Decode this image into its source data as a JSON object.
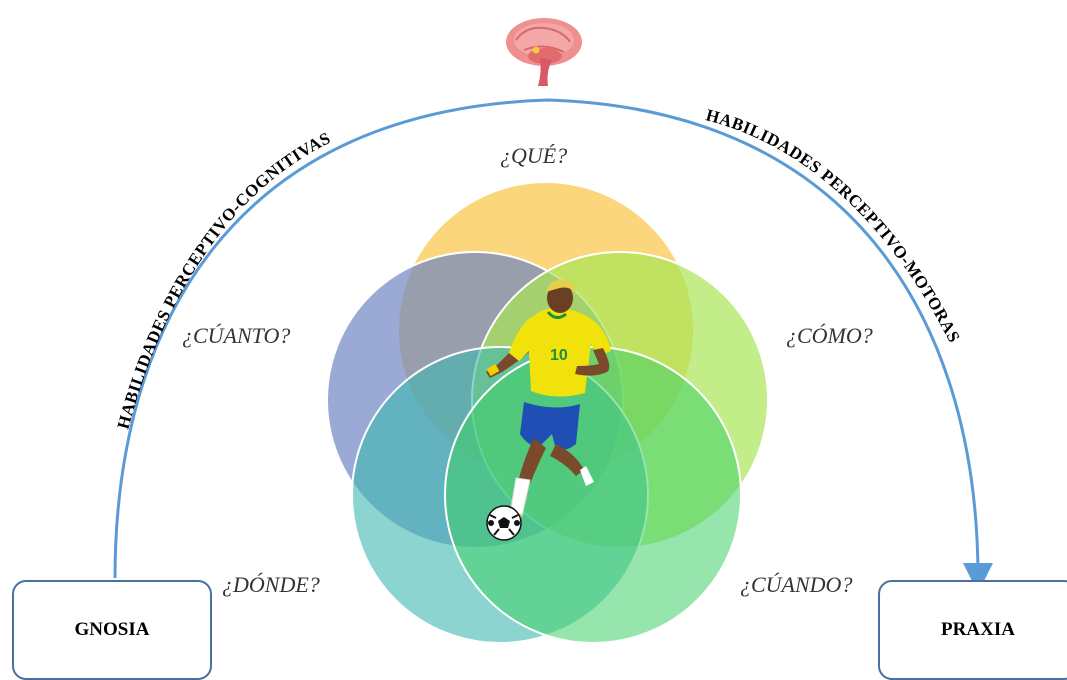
{
  "boxes": {
    "left": "GNOSIA",
    "right": "PRAXIA"
  },
  "arc_labels": {
    "left": "HABILIDADES PERCEPTIVO-COGNITIVAS",
    "right": "HABILIDADES PERCEPTIVO-MOTORAS"
  },
  "questions": {
    "que": "¿QUÉ?",
    "cuanto": "¿CÚANTO?",
    "como": "¿CÓMO?",
    "donde": "¿DÓNDE?",
    "cuando": "¿CÚANDO?"
  },
  "player": {
    "jersey_number": "10"
  },
  "colors": {
    "arc": "#5b9bd5",
    "box_border": "#4a6fa0",
    "circle_top": "#fcd06a",
    "circle_left": "#6f86c2",
    "circle_right": "#a8e655",
    "circle_bottom_left": "#3fb8b0",
    "circle_bottom_right": "#3fcf68"
  },
  "icons": [
    "brain-icon",
    "soccer-player-illustration",
    "soccer-ball-icon"
  ]
}
